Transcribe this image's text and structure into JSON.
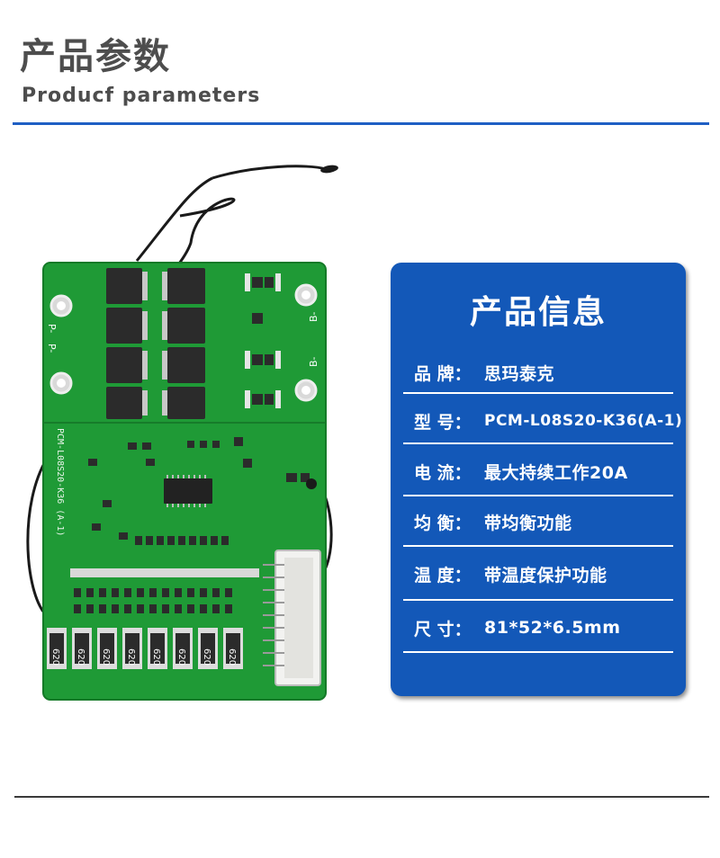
{
  "header": {
    "title_cn": "产品参数",
    "title_en": "Producf  parameters"
  },
  "card": {
    "title": "产品信息",
    "rows": [
      {
        "label": "品 牌：",
        "value": "思玛泰克"
      },
      {
        "label": "型  号：",
        "value": "PCM-L08S20-K36(A-1)"
      },
      {
        "label": "电  流：",
        "value": "最大持续工作20A"
      },
      {
        "label": "均  衡：",
        "value": "带均衡功能"
      },
      {
        "label": "温  度：",
        "value": "带温度保护功能"
      },
      {
        "label": "尺  寸：",
        "value": "81*52*6.5mm"
      }
    ]
  },
  "board": {
    "silkscreen": "PCM-L08S20-K36 (A-1)",
    "pins": [
      "P-",
      "P-",
      "B-",
      "B-"
    ],
    "resistor_code": "620"
  }
}
